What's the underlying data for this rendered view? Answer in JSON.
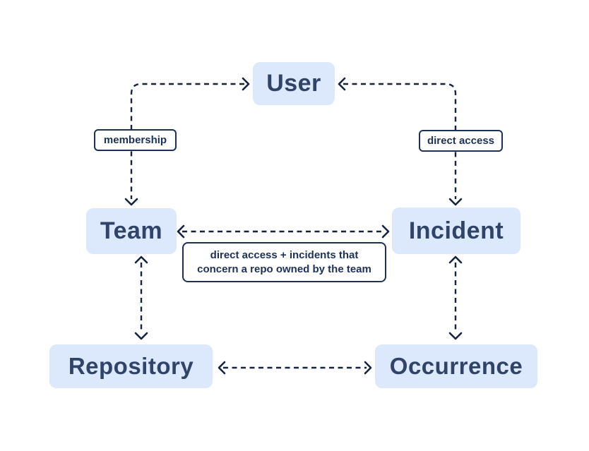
{
  "diagram": {
    "type": "entity-relationship-diagram",
    "nodes": [
      {
        "id": "user",
        "label": "User"
      },
      {
        "id": "team",
        "label": "Team"
      },
      {
        "id": "incident",
        "label": "Incident"
      },
      {
        "id": "repository",
        "label": "Repository"
      },
      {
        "id": "occurrence",
        "label": "Occurrence"
      }
    ],
    "edges": [
      {
        "from": "team",
        "to": "user",
        "label": "membership",
        "style": "dashed",
        "arrows": "both"
      },
      {
        "from": "incident",
        "to": "user",
        "label": "direct access",
        "style": "dashed",
        "arrows": "both"
      },
      {
        "from": "team",
        "to": "incident",
        "label_line1": "direct access + incidents that",
        "label_line2": "concern a repo owned by the team",
        "style": "dashed",
        "arrows": "both"
      },
      {
        "from": "team",
        "to": "repository",
        "label": "",
        "style": "dashed",
        "arrows": "both"
      },
      {
        "from": "incident",
        "to": "occurrence",
        "label": "",
        "style": "dashed",
        "arrows": "both"
      },
      {
        "from": "repository",
        "to": "occurrence",
        "label": "",
        "style": "dashed",
        "arrows": "both"
      }
    ],
    "colors": {
      "node_fill": "#dce8fc",
      "node_text": "#2f4468",
      "edge_line": "#16233f",
      "label_border": "#1d3157",
      "label_text": "#1d3157",
      "background": "#ffffff"
    }
  }
}
